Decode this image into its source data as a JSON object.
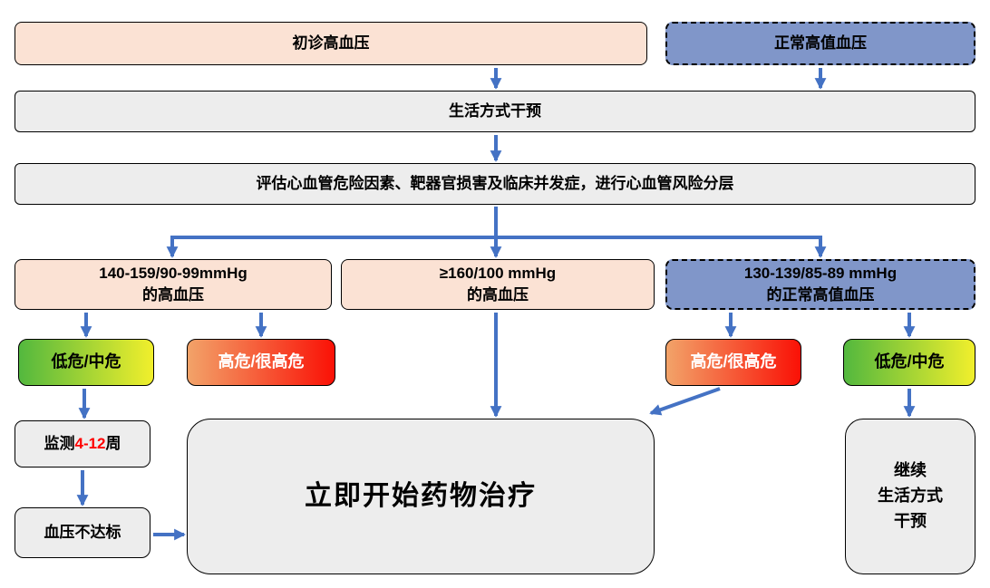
{
  "colors": {
    "arrow_blue": "#4472c4",
    "peach_fill": "#fbe2d4",
    "blue_fill": "#8096c9",
    "gray_fill": "#ededed",
    "low_risk_start": "#53b83e",
    "low_risk_end": "#f1ef2c",
    "high_risk_start": "#f2a369",
    "high_risk_end": "#fa1106",
    "highlight_red": "#ff0000"
  },
  "nodes": {
    "initial_hypertension": {
      "label": "初诊高血压"
    },
    "normal_high_bp": {
      "label": "正常高值血压"
    },
    "lifestyle_intervention": {
      "label": "生活方式干预"
    },
    "risk_assessment": {
      "label": "评估心血管危险因素、靶器官损害及临床并发症，进行心血管风险分层"
    },
    "bp_140_159": {
      "line1": "140-159/90-99mmHg",
      "line2": "的高血压"
    },
    "bp_160": {
      "line1": "≥160/100 mmHg",
      "line2": "的高血压"
    },
    "bp_130_139": {
      "line1": "130-139/85-89 mmHg",
      "line2": "的正常高值血压"
    },
    "risk_low_left": {
      "label": "低危/中危"
    },
    "risk_high_left": {
      "label": "高危/很高危"
    },
    "risk_high_right": {
      "label": "高危/很高危"
    },
    "risk_low_right": {
      "label": "低危/中危"
    },
    "monitor": {
      "prefix": "监测",
      "highlight": "4-12",
      "suffix": "周"
    },
    "bp_not_reached": {
      "label": "血压不达标"
    },
    "start_medication": {
      "label": "立即开始药物治疗"
    },
    "continue_lifestyle": {
      "line1": "继续",
      "line2": "生活方式",
      "line3": "干预"
    }
  }
}
